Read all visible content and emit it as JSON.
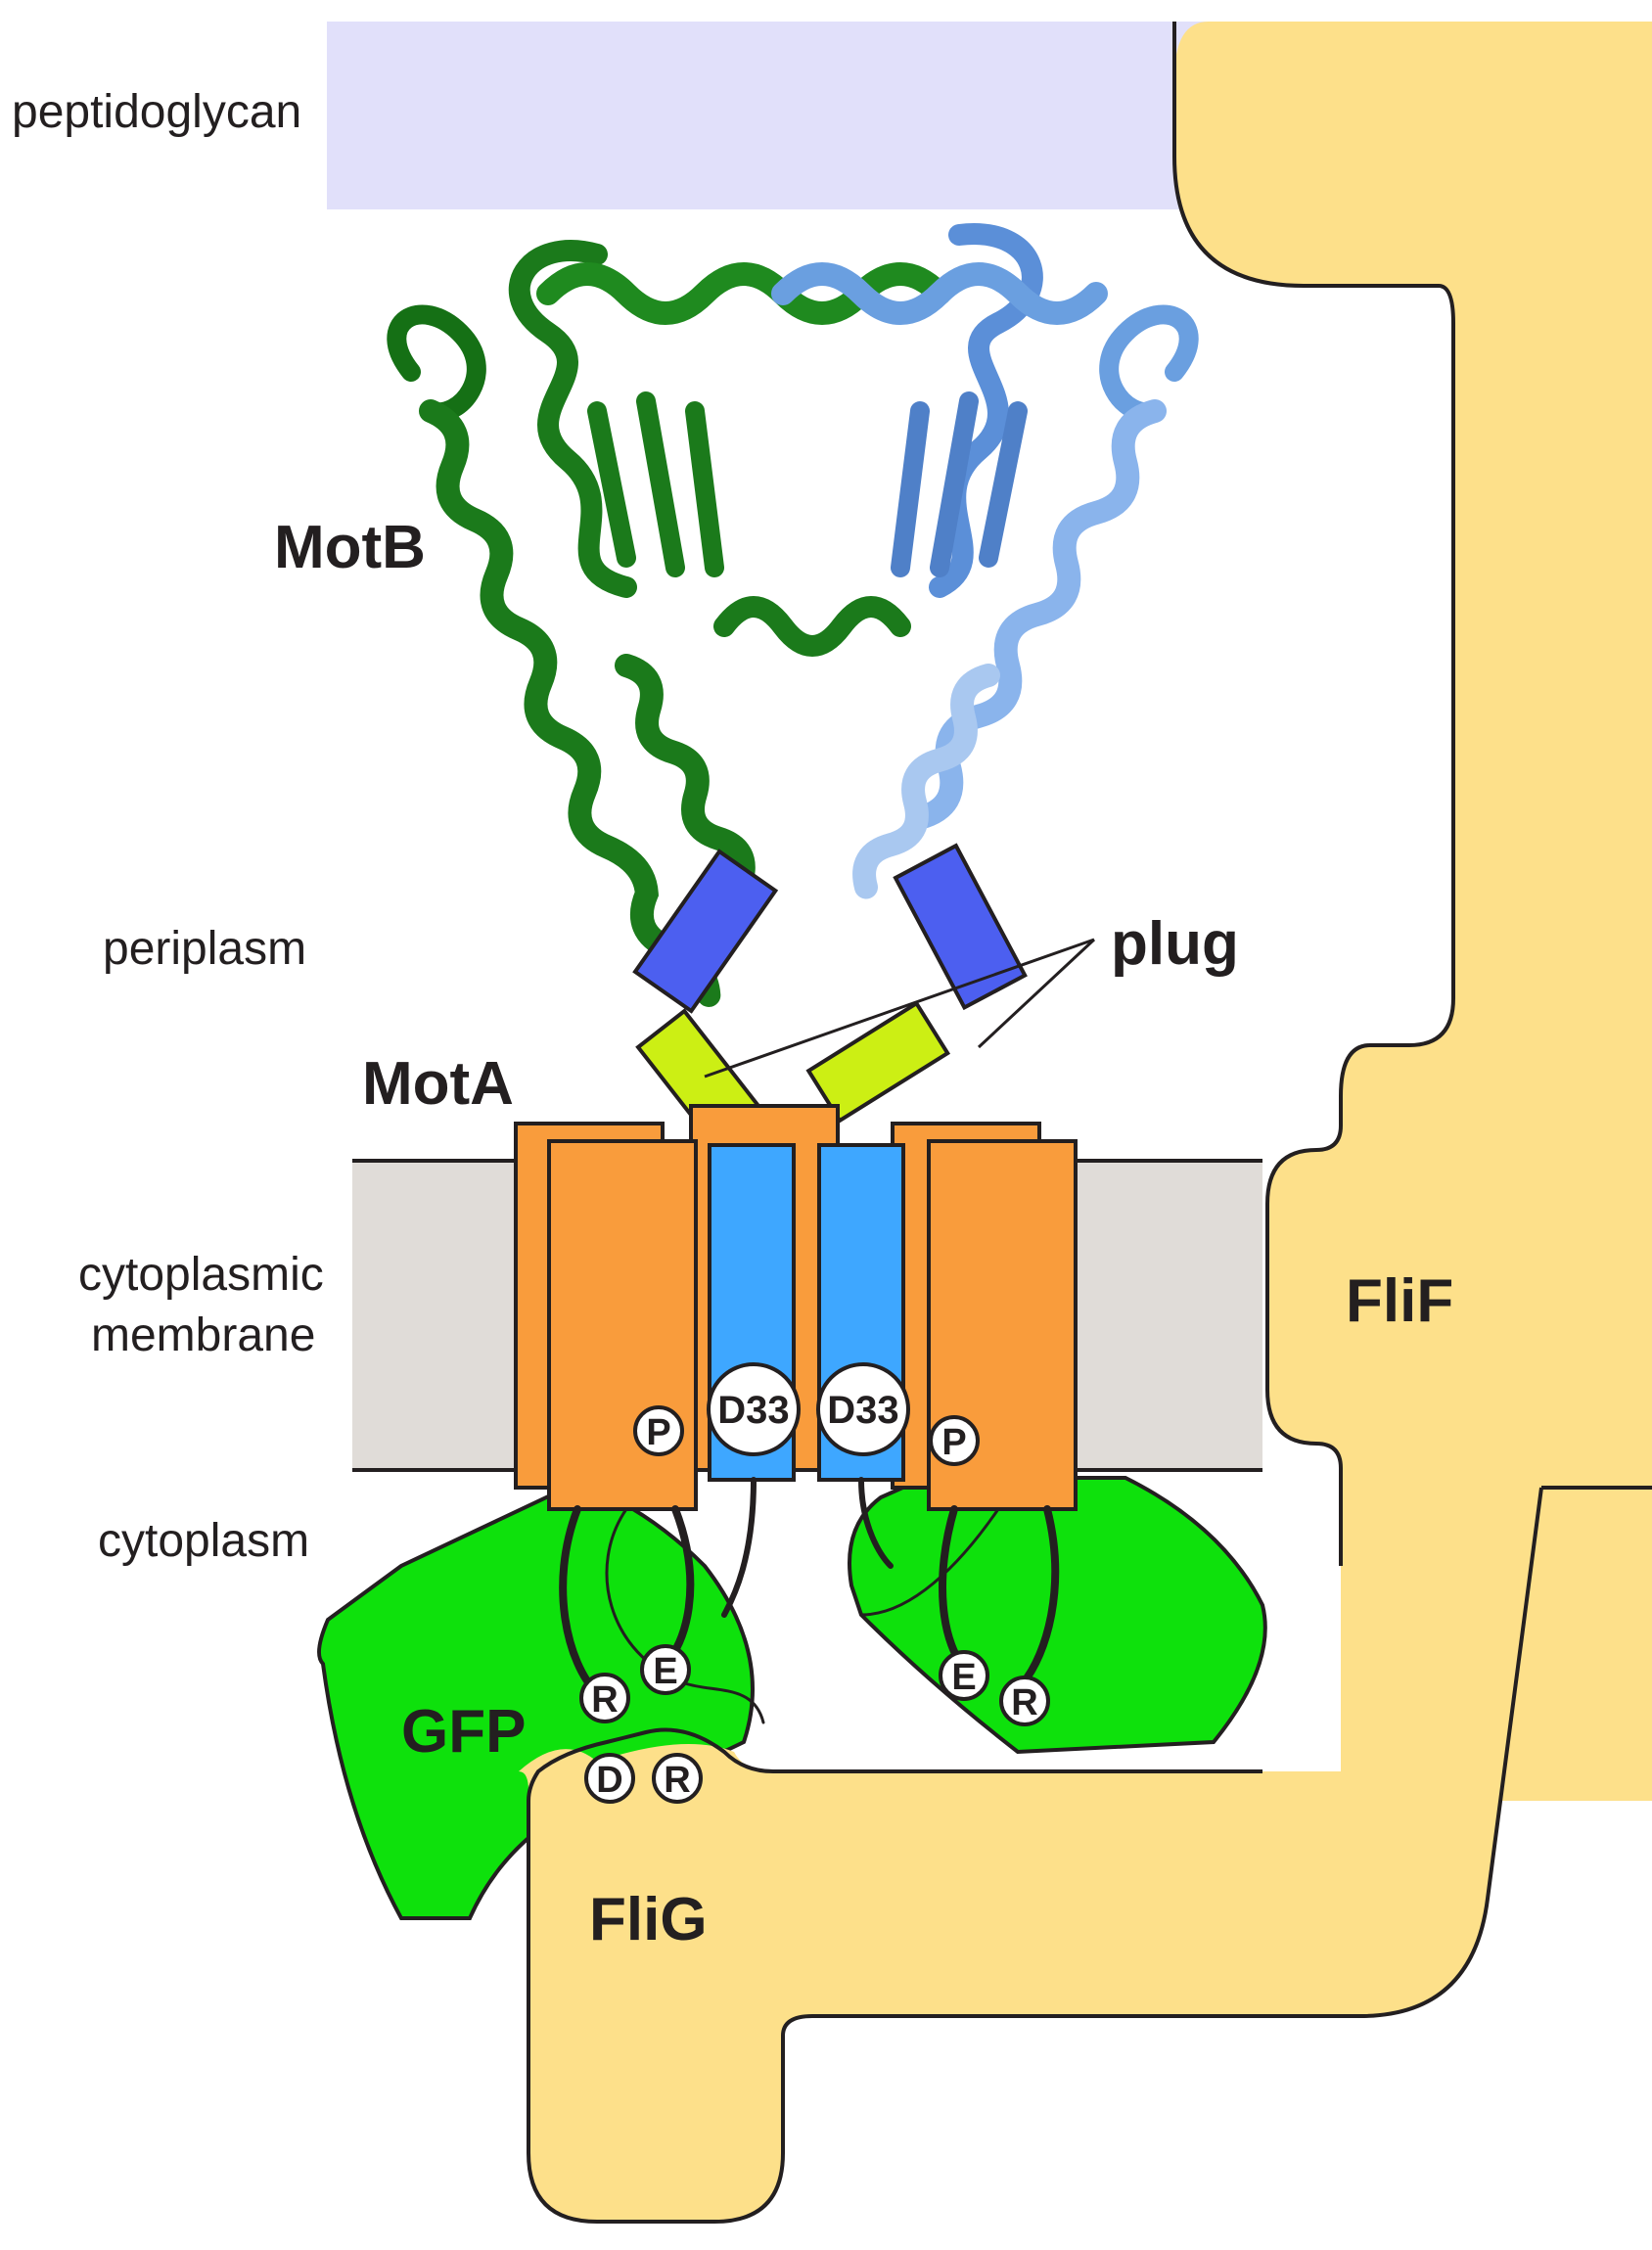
{
  "labels": {
    "peptidoglycan": "peptidoglycan",
    "motb": "MotB",
    "periplasm": "periplasm",
    "plug": "plug",
    "mota": "MotA",
    "cytoplasmic": "cytoplasmic",
    "membrane": "membrane",
    "cytoplasm": "cytoplasm",
    "flif": "FliF",
    "gfp": "GFP",
    "flig": "FliG"
  },
  "residues": {
    "d33_left": "D33",
    "d33_right": "D33",
    "p_left": "P",
    "p_right": "P",
    "r_left": "R",
    "e_left": "E",
    "e_right": "E",
    "r_right": "R",
    "d_flig": "D",
    "r_flig": "R"
  },
  "colors": {
    "peptidoglycan": "#e1e0fa",
    "membrane": "#e0dcd8",
    "rotor": "#fde08a",
    "mota": "#f99c3c",
    "motb_tm": "#3ea7ff",
    "plug": "#ccef14",
    "linker": "#4c5ff0",
    "gfp": "#0ee10c",
    "motb_left": "#1b7a1b",
    "motb_right": "#6a9fe0"
  }
}
